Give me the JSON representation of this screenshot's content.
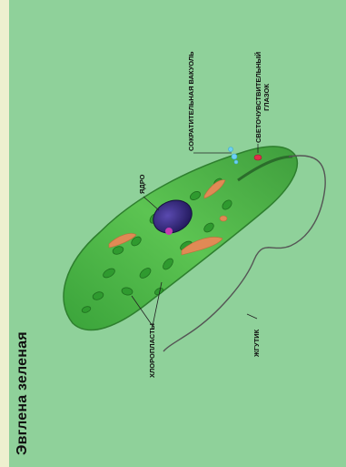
{
  "title": "Эвглена зеленая",
  "labels": {
    "nucleus": "ЯДРО",
    "contractile_vacuole": "СОКРАТИТЕЛЬНАЯ ВАКУОЛЬ",
    "eyespot_line1": "СВЕТОЧУВСТВИТЕЛЬНЫЙ",
    "eyespot_line2": "ГЛАЗОК",
    "chloroplasts": "ХЛОРОПЛАСТЫ",
    "flagellum": "ЖГУТИК"
  },
  "colors": {
    "background": "#8fd19a",
    "left_strip": "#eef0cf",
    "cell_body": "#4db84a",
    "chloroplast": "#2f9a2f",
    "nucleus": "#2a1f6e",
    "nucleolus": "#c43bb0",
    "stigma": "#e0304a",
    "vacuole": "#6fd0f0"
  }
}
